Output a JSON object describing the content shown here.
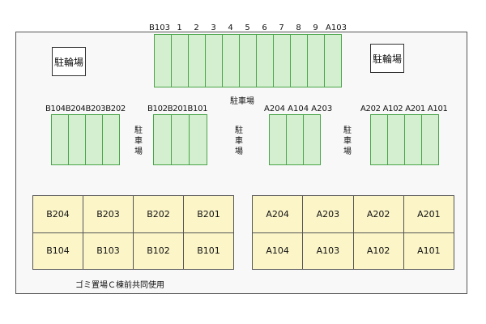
{
  "bike_parking_left": "駐輪場",
  "bike_parking_right": "駐輪場",
  "top_numbers": [
    "B103",
    "1",
    "2",
    "3",
    "4",
    "5",
    "6",
    "7",
    "8",
    "9",
    "A103"
  ],
  "top_lot_label": "駐車場",
  "vertical_parking": "駐\n車\n場",
  "group_labels": {
    "b104_group": [
      "B104",
      "B204",
      "B203",
      "B202"
    ],
    "b102_group": [
      "B102",
      "B201",
      "B101"
    ],
    "a204_group": [
      "A204",
      "A104",
      "A203"
    ],
    "a202_group": [
      "A202",
      "A102",
      "A201",
      "A101"
    ]
  },
  "building_b": {
    "top": [
      "B204",
      "B203",
      "B202",
      "B201"
    ],
    "bottom": [
      "B104",
      "B103",
      "B102",
      "B101"
    ]
  },
  "building_a": {
    "top": [
      "A204",
      "A203",
      "A202",
      "A201"
    ],
    "bottom": [
      "A104",
      "A103",
      "A102",
      "A101"
    ]
  },
  "garbage_note": "ゴミ置場Ｃ棟前共同使用"
}
